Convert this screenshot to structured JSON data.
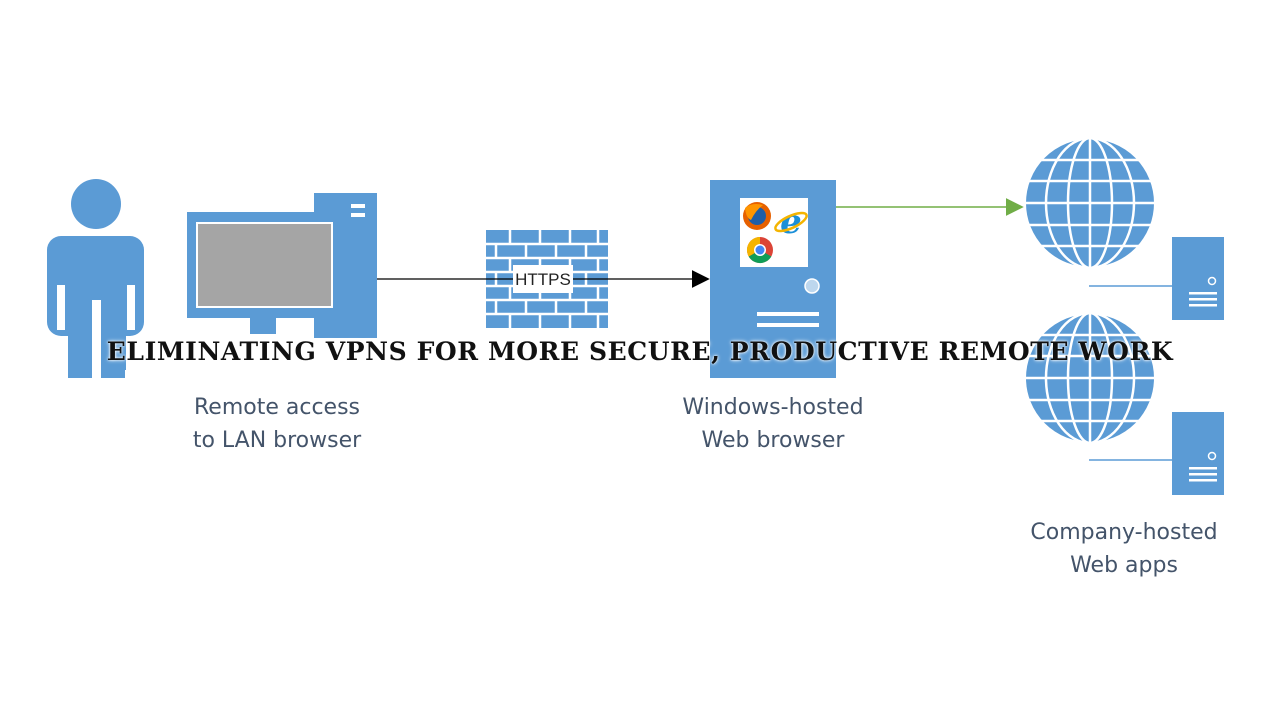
{
  "banner_title": "ELIMINATING VPNS FOR MORE SECURE, PRODUCTIVE REMOTE WORK",
  "connection_label": "HTTPS",
  "captions": {
    "client_line1": "Remote access",
    "client_line2": "to LAN browser",
    "server_line1": "Windows-hosted",
    "server_line2": "Web browser",
    "apps_line1": "Company-hosted",
    "apps_line2": "Web apps"
  },
  "icons": [
    "user-icon",
    "desktop-computer-icon",
    "firewall-icon",
    "server-icon",
    "firefox-logo",
    "internet-explorer-logo",
    "chrome-logo",
    "globe-icon",
    "web-server-icon"
  ],
  "colors": {
    "shape_blue": "#5b9bd5",
    "caption_text": "#44546a",
    "arrow_green": "#70ad47",
    "arrow_black": "#000000",
    "screen_gray": "#a5a5a5"
  }
}
